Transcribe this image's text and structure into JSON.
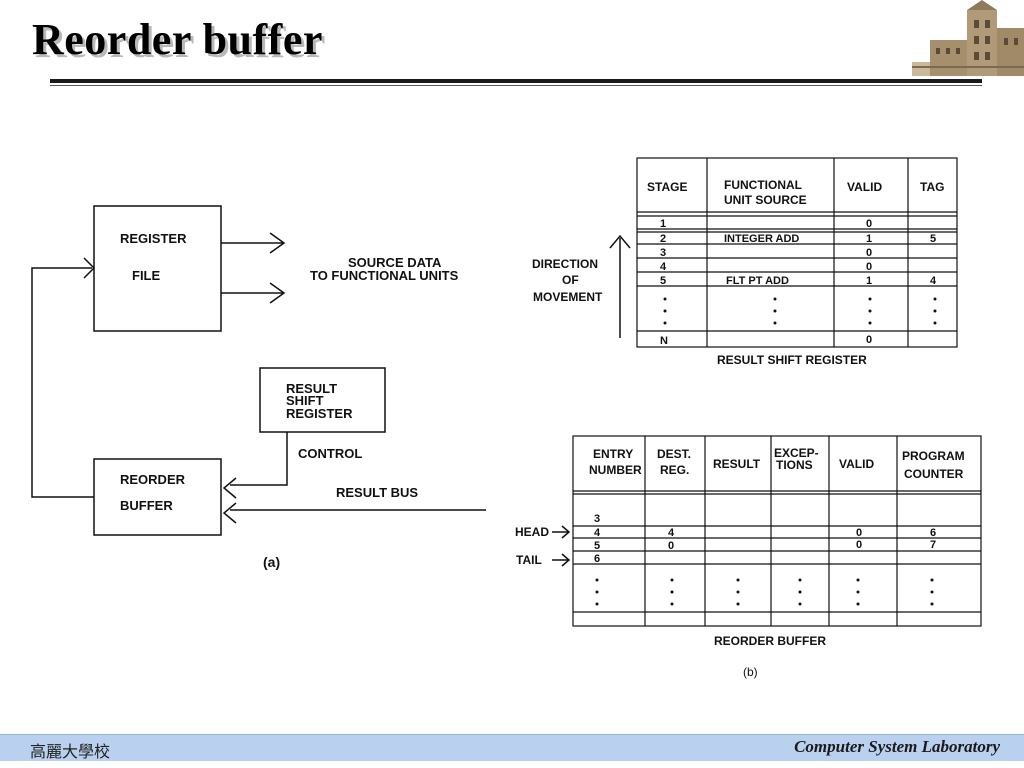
{
  "slide": {
    "title": "Reorder buffer"
  },
  "footer": {
    "left": "高麗大學校",
    "right": "Computer System Laboratory"
  },
  "figure_a": {
    "register_file_line1": "REGISTER",
    "register_file_line2": "FILE",
    "source_data_line1": "SOURCE DATA",
    "source_data_line2": "TO FUNCTIONAL UNITS",
    "rsr_line1": "RESULT",
    "rsr_line2": "SHIFT",
    "rsr_line3": "REGISTER",
    "control": "CONTROL",
    "rob_line1": "REORDER",
    "rob_line2": "BUFFER",
    "result_bus": "RESULT BUS",
    "caption": "(a)"
  },
  "result_shift_register": {
    "headers": {
      "stage": "STAGE",
      "fu_line1": "FUNCTIONAL",
      "fu_line2": "UNIT  SOURCE",
      "valid": "VALID",
      "tag": "TAG"
    },
    "rows": [
      {
        "stage": "1",
        "fu": "",
        "valid": "0",
        "tag": ""
      },
      {
        "stage": "2",
        "fu": "INTEGER ADD",
        "valid": "1",
        "tag": "5"
      },
      {
        "stage": "3",
        "fu": "",
        "valid": "0",
        "tag": ""
      },
      {
        "stage": "4",
        "fu": "",
        "valid": "0",
        "tag": ""
      },
      {
        "stage": "5",
        "fu": "FLT PT ADD",
        "valid": "1",
        "tag": "4"
      }
    ],
    "last_row": {
      "stage": "N",
      "valid": "0"
    },
    "direction_line1": "DIRECTION",
    "direction_line2": "OF",
    "direction_line3": "MOVEMENT",
    "caption": "RESULT SHIFT REGISTER"
  },
  "reorder_buffer_table": {
    "headers": {
      "entry_line1": "ENTRY",
      "entry_line2": "NUMBER",
      "dest_line1": "DEST.",
      "dest_line2": "REG.",
      "result": "RESULT",
      "exc_line1": "EXCEP-",
      "exc_line2": "TIONS",
      "valid": "VALID",
      "pc_line1": "PROGRAM",
      "pc_line2": "COUNTER"
    },
    "rows": [
      {
        "entry": "3",
        "dest": "",
        "valid": "",
        "pc": ""
      },
      {
        "entry": "4",
        "dest": "4",
        "valid": "0",
        "pc": "6"
      },
      {
        "entry": "5",
        "dest": "0",
        "valid": "0",
        "pc": "7"
      },
      {
        "entry": "6",
        "dest": "",
        "valid": "",
        "pc": ""
      }
    ],
    "head_label": "HEAD",
    "tail_label": "TAIL",
    "caption": "REORDER BUFFER",
    "figure_caption": "(b)"
  }
}
